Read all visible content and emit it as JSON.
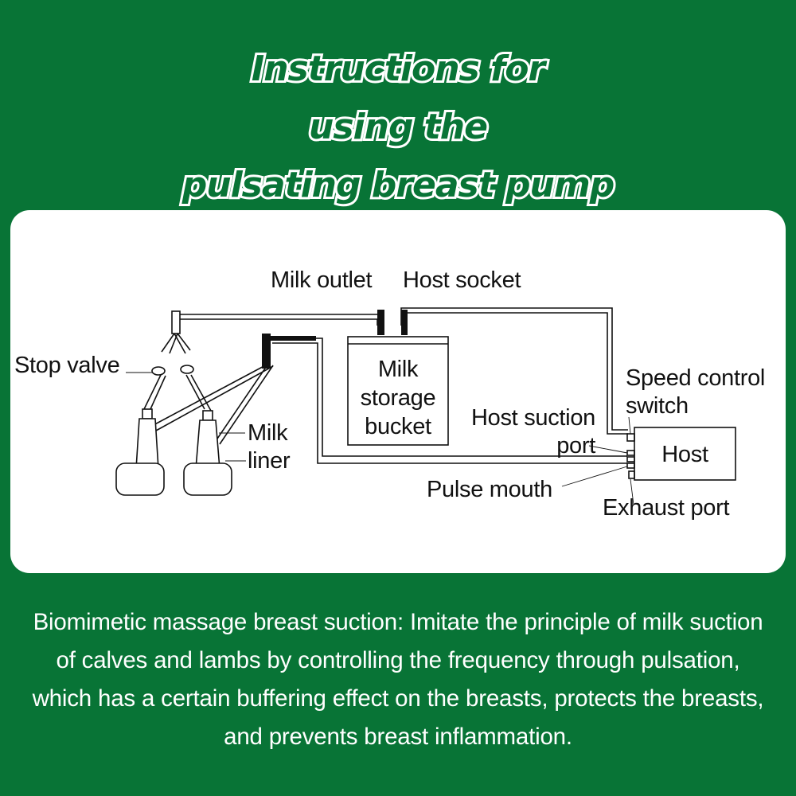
{
  "title": {
    "line1": "Instructions for",
    "line2": "using the",
    "line3": "pulsating breast pump"
  },
  "diagram": {
    "labels": {
      "milk_outlet": "Milk outlet",
      "host_socket": "Host socket",
      "stop_valve": "Stop valve",
      "bucket_line1": "Milk",
      "bucket_line2": "storage",
      "bucket_line3": "bucket",
      "speed_line1": "Speed control",
      "speed_line2": "switch",
      "suction_line1": "Host suction",
      "suction_line2": "port",
      "host": "Host",
      "liner_line1": "Milk",
      "liner_line2": "liner",
      "pulse_mouth": "Pulse mouth",
      "exhaust_port": "Exhaust port"
    }
  },
  "description": "Biomimetic massage breast suction: Imitate the principle of milk suction of calves and lambs by controlling the frequency through pulsation, which has a certain buffering effect on the breasts, protects the breasts, and prevents breast inflammation."
}
